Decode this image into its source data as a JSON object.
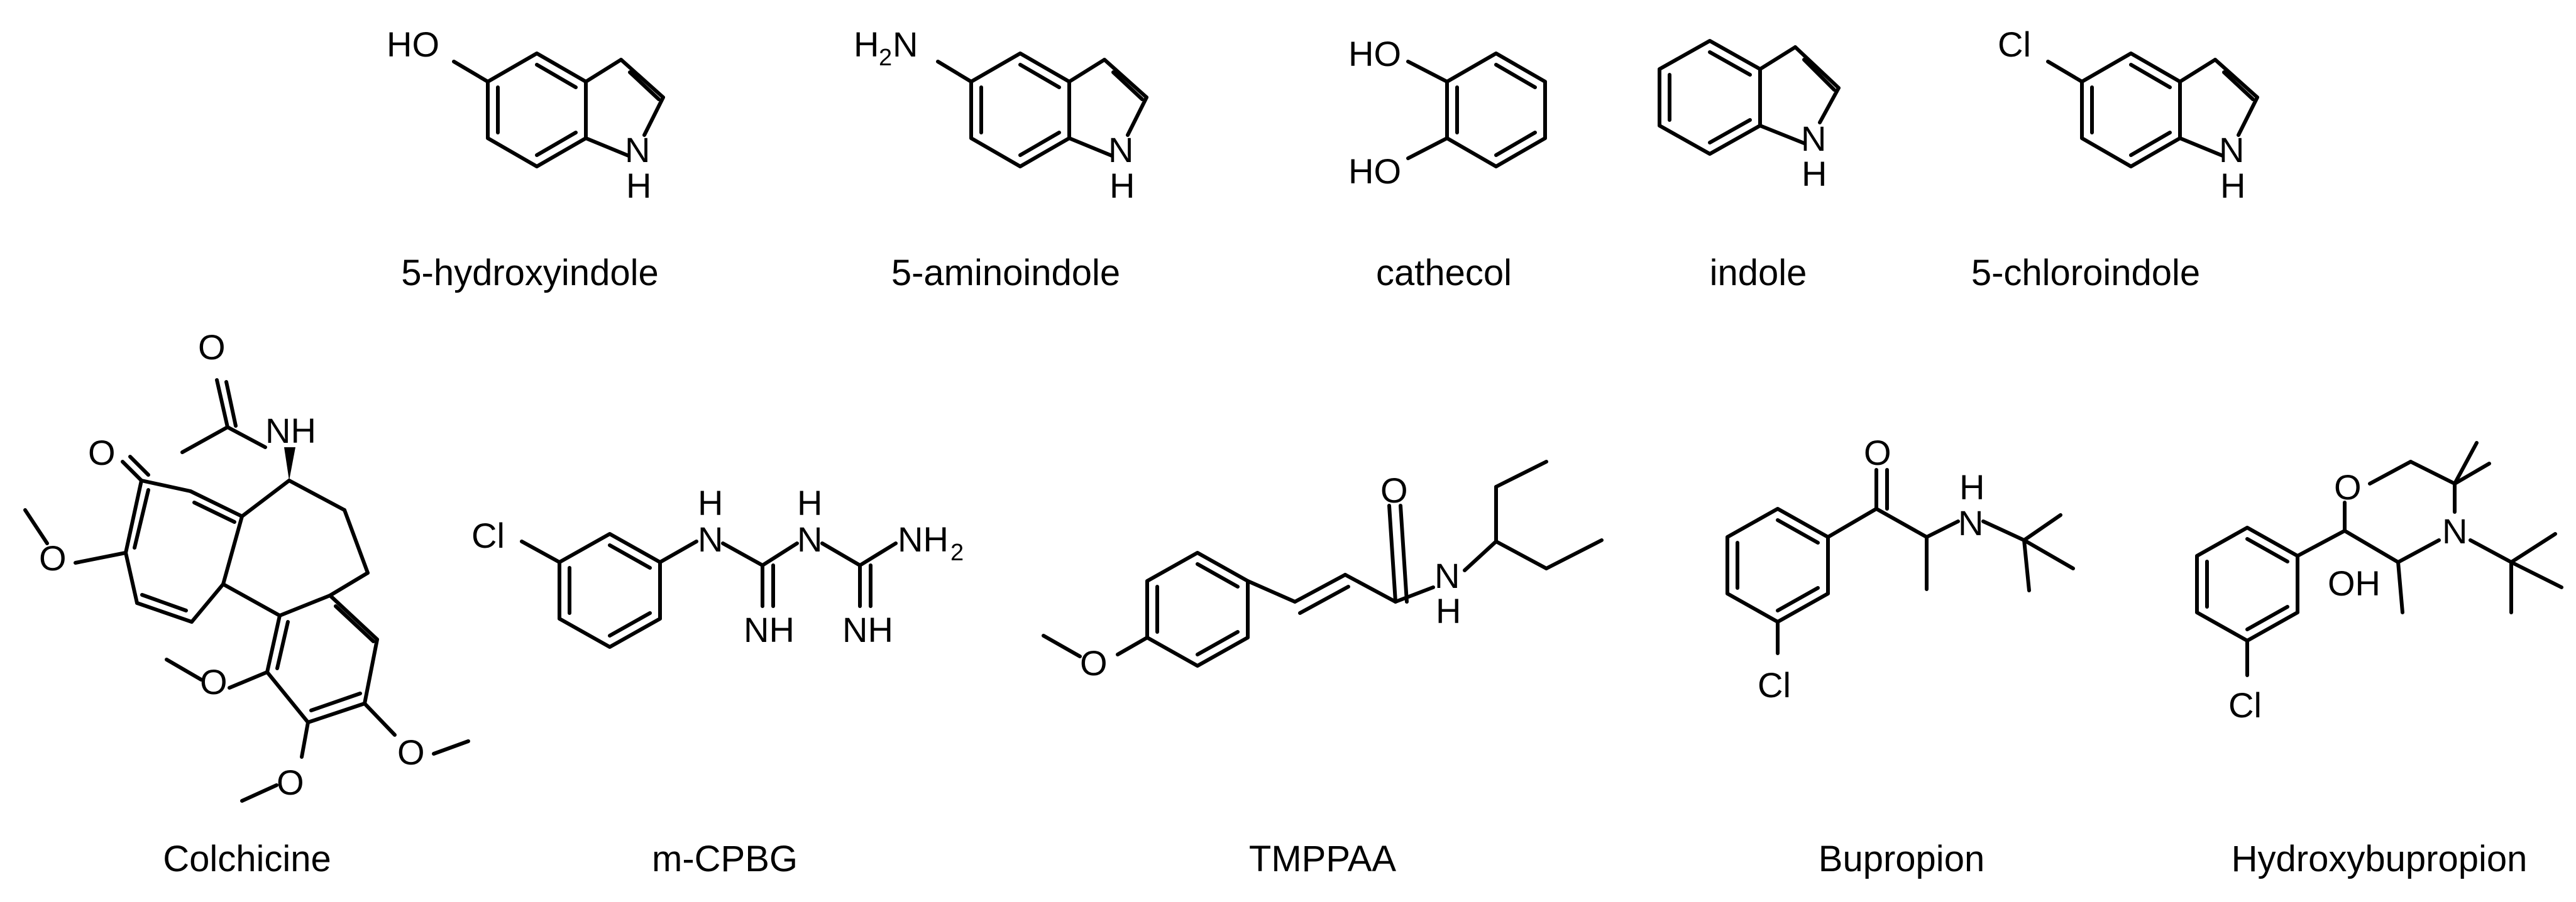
{
  "compounds": {
    "hydroxyindole": {
      "name": "5-hydroxyindole",
      "ho": "HO",
      "n": "N",
      "h": "H"
    },
    "aminoindole": {
      "name": "5-aminoindole",
      "h2n_h": "H",
      "h2n_sub": "2",
      "h2n_n": "N",
      "n": "N",
      "h": "H"
    },
    "catechol": {
      "name": "cathecol",
      "ho1": "HO",
      "ho2": "HO"
    },
    "indole": {
      "name": "indole",
      "n": "N",
      "h": "H"
    },
    "chloroindole": {
      "name": "5-chloroindole",
      "cl": "Cl",
      "n": "N",
      "h": "H"
    },
    "colchicine": {
      "name": "Colchicine",
      "o_acyl": "O",
      "nh": "NH",
      "o_ketone": "O",
      "o1": "O",
      "o2": "O",
      "o3": "O",
      "o4": "O"
    },
    "mcpbg": {
      "name": "m-CPBG",
      "cl": "Cl",
      "n1": "N",
      "h1": "H",
      "n2": "N",
      "h2": "H",
      "nh2_n": "NH",
      "nh2_sub": "2",
      "nh_a": "NH",
      "nh_b": "NH"
    },
    "tmppaa": {
      "name": "TMPPAA",
      "o_meo": "O",
      "o_amide": "O",
      "n": "N",
      "h": "H"
    },
    "bupropion": {
      "name": "Bupropion",
      "o": "O",
      "n": "N",
      "h": "H",
      "cl": "Cl"
    },
    "hydroxybupropion": {
      "name": "Hydroxybupropion",
      "o_ring": "O",
      "n": "N",
      "oh": "OH",
      "cl": "Cl"
    }
  }
}
